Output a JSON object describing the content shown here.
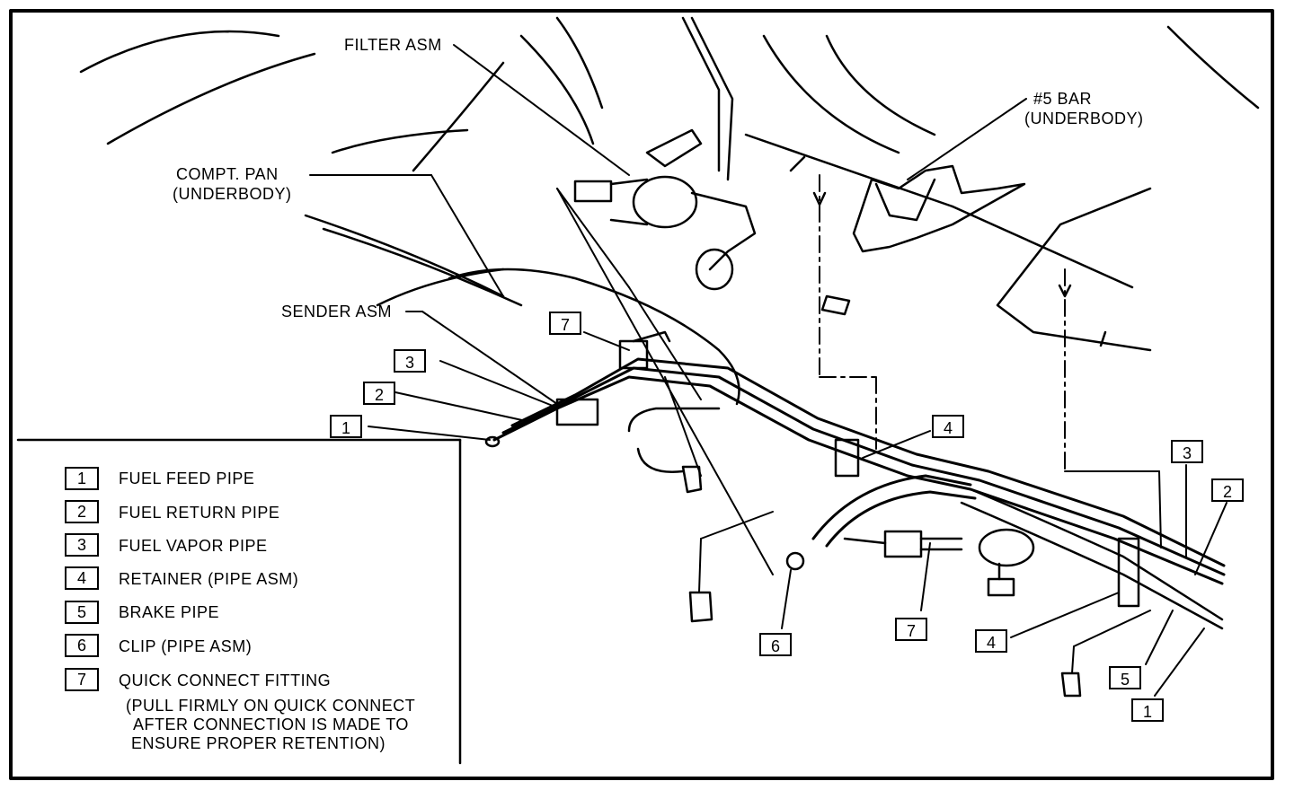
{
  "callouts": {
    "filter_asm": "FILTER ASM",
    "bar5_line1": "#5 BAR",
    "bar5_line2": "(UNDERBODY)",
    "compt_pan_line1": "COMPT. PAN",
    "compt_pan_line2": "(UNDERBODY)",
    "sender_asm": "SENDER ASM"
  },
  "numbered_boxes": [
    "7",
    "3",
    "2",
    "1",
    "4",
    "3",
    "2",
    "6",
    "7",
    "4",
    "5",
    "1"
  ],
  "legend": {
    "items": [
      {
        "num": "1",
        "label": "FUEL FEED PIPE"
      },
      {
        "num": "2",
        "label": "FUEL RETURN PIPE"
      },
      {
        "num": "3",
        "label": "FUEL VAPOR PIPE"
      },
      {
        "num": "4",
        "label": "RETAINER (PIPE ASM)"
      },
      {
        "num": "5",
        "label": "BRAKE PIPE"
      },
      {
        "num": "6",
        "label": "CLIP (PIPE ASM)"
      },
      {
        "num": "7",
        "label": "QUICK CONNECT FITTING"
      }
    ],
    "note_line1": "(PULL FIRMLY ON QUICK CONNECT",
    "note_line2": "AFTER CONNECTION IS MADE TO",
    "note_line3": "ENSURE PROPER RETENTION)"
  }
}
